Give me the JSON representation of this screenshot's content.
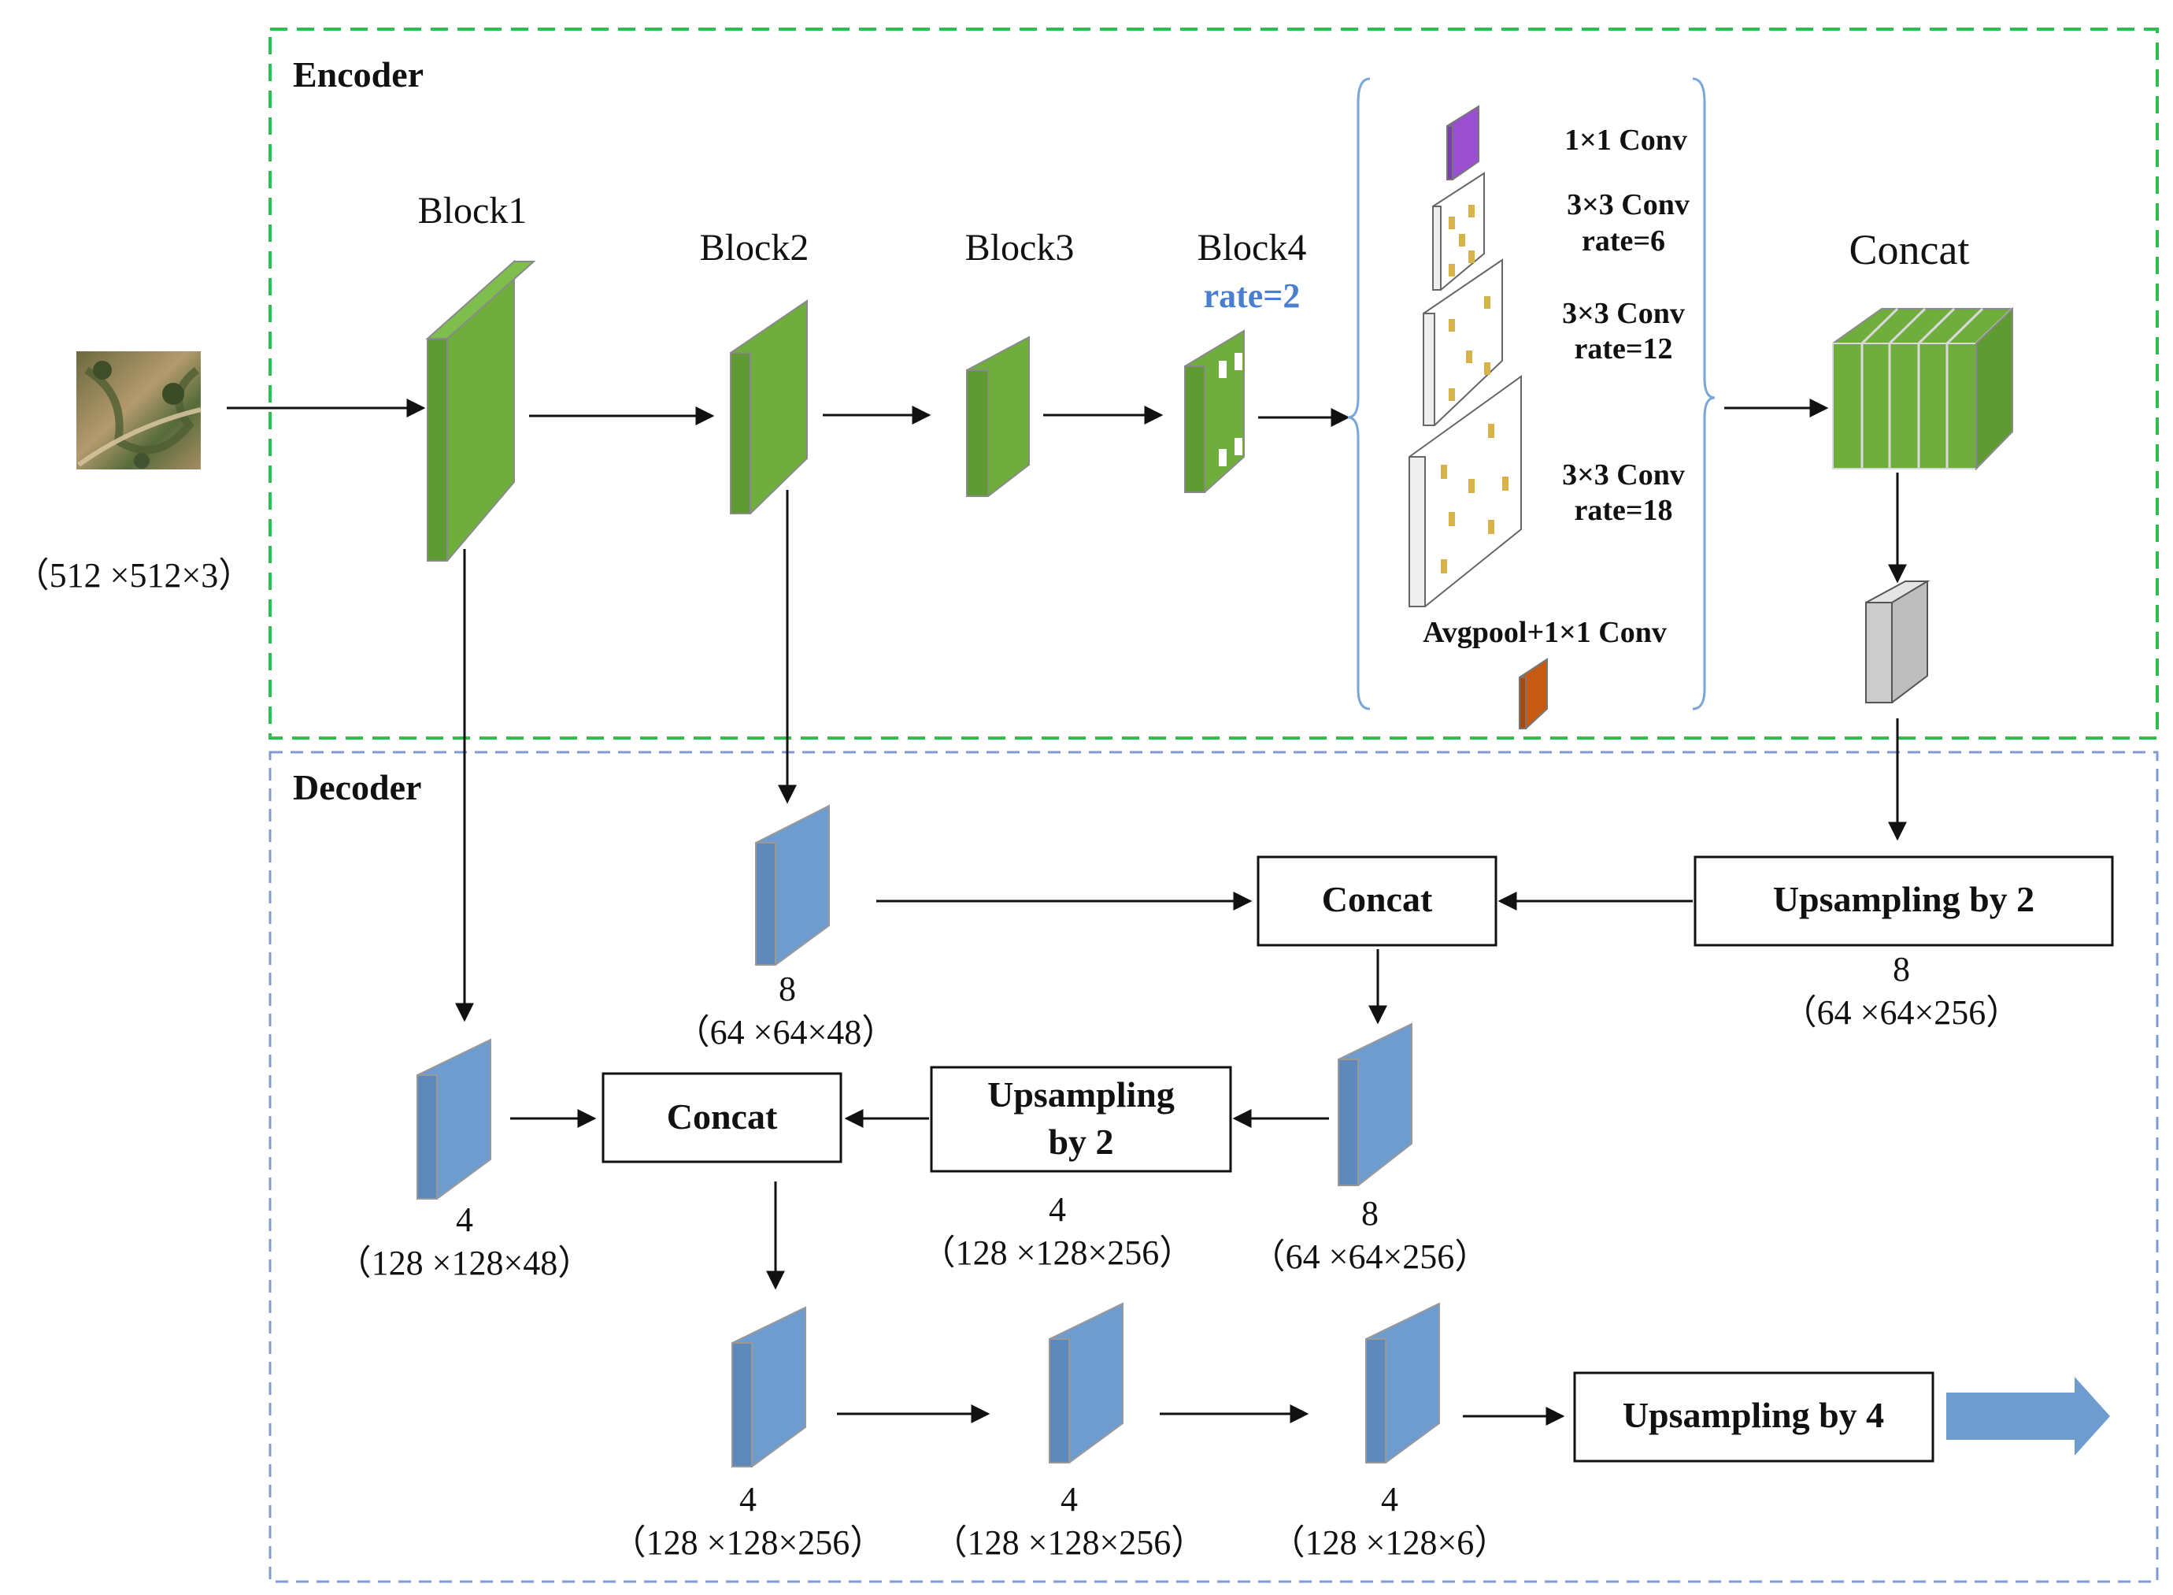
{
  "encoder": {
    "label": "Encoder",
    "input_dims": "（512 ×512×3）",
    "blocks": [
      "Block1",
      "Block2",
      "Block3",
      "Block4"
    ],
    "block4_rate": "rate=2",
    "aspp": {
      "conv1x1": "1×1 Conv",
      "conv3x3_r6": [
        "3×3 Conv",
        "rate=6"
      ],
      "conv3x3_r12": [
        "3×3 Conv",
        "rate=12"
      ],
      "conv3x3_r18": [
        "3×3 Conv",
        "rate=18"
      ],
      "avgpool": "Avgpool+1×1 Conv"
    },
    "concat_label": "Concat"
  },
  "decoder": {
    "label": "Decoder",
    "concat_upper": "Concat",
    "concat_lower": "Concat",
    "upsampling_top": "Upsampling by 2",
    "upsampling_mid": [
      "Upsampling",
      "by 2"
    ],
    "upsampling_final": "Upsampling by 4",
    "dims": {
      "low_level_b2": [
        "8",
        "（64 ×64×48）"
      ],
      "upsample_top": [
        "8",
        "（64 ×64×256）"
      ],
      "low_level_b1": [
        "4",
        "（128 ×128×48）"
      ],
      "upsample_mid": [
        "4",
        "（128 ×128×256）"
      ],
      "fused_mid": [
        "8",
        "（64 ×64×256）"
      ],
      "conv_a": [
        "4",
        "（128 ×128×256）"
      ],
      "conv_b": [
        "4",
        "（128 ×128×256）"
      ],
      "conv_c": [
        "4",
        "（128 ×128×6）"
      ]
    }
  },
  "colors": {
    "encoder_border": "#2ebd4f",
    "decoder_border": "#7f9ad4",
    "encoder_block": "#6fae3d",
    "decoder_block": "#6f9ccf",
    "conv1x1": "#9a4fd0",
    "avgpool": "#c75a12",
    "gray_block": "#bdbdbd",
    "rate_text": "#4a7fd0",
    "output_arrow": "#6f9ccf"
  }
}
